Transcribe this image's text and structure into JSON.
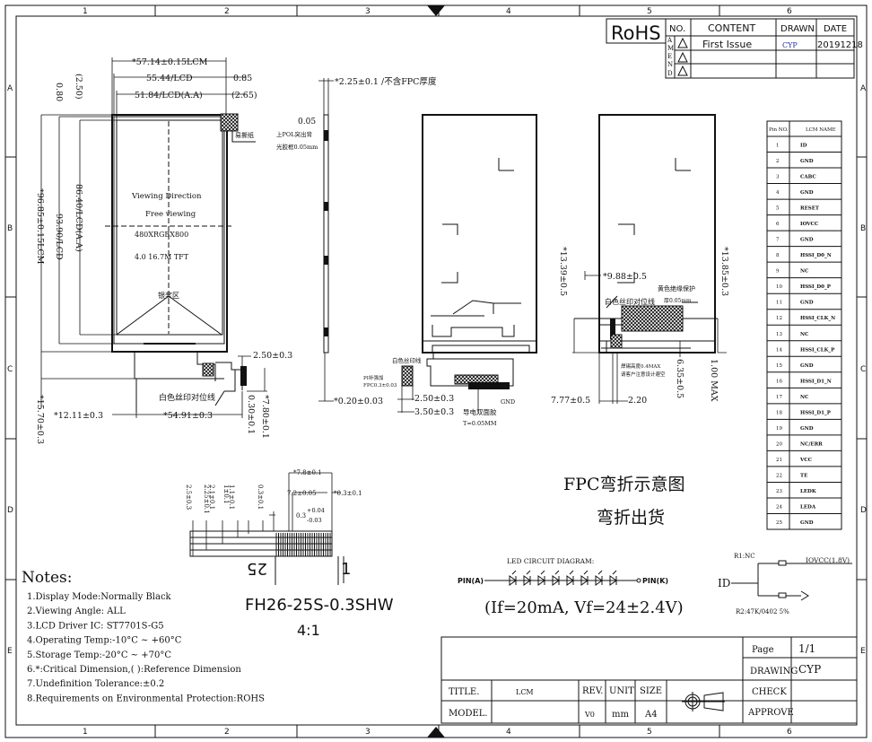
{
  "grid": {
    "columns": [
      "1",
      "2",
      "3",
      "4",
      "5",
      "6"
    ],
    "rows": [
      "A",
      "B",
      "C",
      "D",
      "E"
    ]
  },
  "rohs": "RoHS",
  "amend_table": {
    "headers": [
      "NO.",
      "CONTENT",
      "DRAWN",
      "DATE"
    ],
    "side_label": [
      "A",
      "M",
      "E",
      "N",
      "D"
    ],
    "rows": [
      {
        "content": "First Issue",
        "drawn": "CYP",
        "date": "20191218"
      },
      {
        "content": "",
        "drawn": "",
        "date": ""
      },
      {
        "content": "",
        "drawn": "",
        "date": ""
      }
    ]
  },
  "front_view": {
    "dim_width_lcm": "*57.14±0.15LCM",
    "dim_width_lcd": "55.44/LCD",
    "dim_085": "0.85",
    "dim_width_aa": "51.84/LCD(A.A)",
    "dim_265": "(2.65)",
    "dim_height_lcm": "*96.85±0.15LCM",
    "dim_height_lcd": "93.90/LCD",
    "dim_height_aa": "86.40/LCD(A.A)",
    "dim_080": "0.80",
    "dim_250": "(2.50)",
    "viewing_direction": "Viewing Direction",
    "free_viewing": "Free viewing",
    "resolution": "480XRGBX800",
    "panel_type": "4.0 16.7M TFT",
    "silver_area": "银浆区",
    "peel_paper": "易撕纸",
    "fpc_2_50": "2.50±0.3",
    "white_mark": "白色丝印对位线",
    "dim_12_11": "*12.11±0.3",
    "dim_54_91": "*54.91±0.3",
    "dim_15_70": "*15.70±0.3",
    "dim_7_80": "*7.80±0.1",
    "dim_0_30": "0.30±0.1"
  },
  "side_view": {
    "thickness": "*2.25±0.1 /不含FPC厚度",
    "pol_005": "0.05",
    "pol_note1": "上POL突出背",
    "pol_note2": "光胶框0.05mm",
    "fpc_thk": "*0.20±0.03"
  },
  "back_view1": {
    "white_line": "白色丝印线",
    "pi_stiff": "PI补强加",
    "fpc_thk": "FPC0.3±0.03",
    "dim_250": "2.50±0.3",
    "dim_350": "3.50±0.3",
    "tape": "导电双面胶",
    "tape_t": "T=0.05MM",
    "gnd": "GND"
  },
  "back_view2": {
    "dim_988": "*9.88±0.5",
    "yellow": "黄色绝缘保护",
    "white_mark": "白色丝印对位线",
    "thk": "厚0.05mm",
    "dim_1339": "*13.39±0.5",
    "solder": "焊锡高度0.4MAX",
    "avoid": "请客户注意设计避空",
    "dim_777": "7.77±0.5",
    "dim_220": "2.20",
    "dim_635": "6.35±0.5",
    "dim_1385": "*13.85±0.3",
    "dim_100": "1.00 MAX"
  },
  "pin_table": {
    "headers": [
      "Pin NO.",
      "LCM NAME"
    ],
    "pins": [
      "ID",
      "GND",
      "CABC",
      "GND",
      "RESET",
      "IOVCC",
      "GND",
      "HSSI_D0_N",
      "NC",
      "HSSI_D0_P",
      "GND",
      "HSSI_CLK_N",
      "NC",
      "HSSI_CLK_P",
      "GND",
      "HSSI_D1_N",
      "NC",
      "HSSI_D1_P",
      "GND",
      "NC/ERR",
      "VCC",
      "TE",
      "LEDK",
      "LEDA",
      "GND"
    ]
  },
  "connector": {
    "d78": "*7.8±0.1",
    "d72": "7.2±0.05",
    "d03": "*0.3±0.1",
    "d03b": "0.3",
    "tol_p": "+0.04",
    "tol_m": "-0.03",
    "vdims": [
      "2.5±0.3",
      "2.25±0.1",
      "2.1±0.1",
      "1.1±0.1",
      "1±0.1",
      "0.3±0.1"
    ],
    "pin25": "25",
    "pin1": "1",
    "part": "FH26-25S-0.3SHW",
    "scale": "4:1"
  },
  "fpc_title": "FPC弯折示意图",
  "fpc_subtitle": "弯折出货",
  "led": {
    "title": "LED CIRCUIT DIAGRAM:",
    "pin_a": "PIN(A)",
    "pin_k": "PIN(K)",
    "spec": "(If=20mA, Vf=24±2.4V)",
    "count": 8
  },
  "id_circuit": {
    "r1": "R1:NC",
    "iovcc": "IOVCC(1.8V)",
    "id": "ID",
    "r2": "R2:47K/0402 5%"
  },
  "notes": {
    "title": "Notes:",
    "items": [
      "1.Display Mode:Normally Black",
      "2.Viewing Angle: ALL",
      "3.LCD Driver IC: ST7701S-G5",
      "4.Operating Temp:-10°C ~ +60°C",
      "5.Storage Temp:-20°C ~ +70°C",
      "6.*:Critical Dimension,( ):Reference Dimension",
      "7.Undefinition Tolerance:±0.2",
      "8.Requirements on Environmental Protection:ROHS"
    ]
  },
  "title_block": {
    "page_label": "Page",
    "page": "1/1",
    "drawing_label": "DRAWING",
    "drawing": "CYP",
    "title_label": "TITLE.",
    "title": "LCM",
    "rev_label": "REV.",
    "unit_label": "UNIT",
    "size_label": "SIZE",
    "model_label": "MODEL.",
    "model": "",
    "rev": "V0",
    "unit": "mm",
    "size": "A4",
    "check_label": "CHECK",
    "approve_label": "APPROVE"
  }
}
